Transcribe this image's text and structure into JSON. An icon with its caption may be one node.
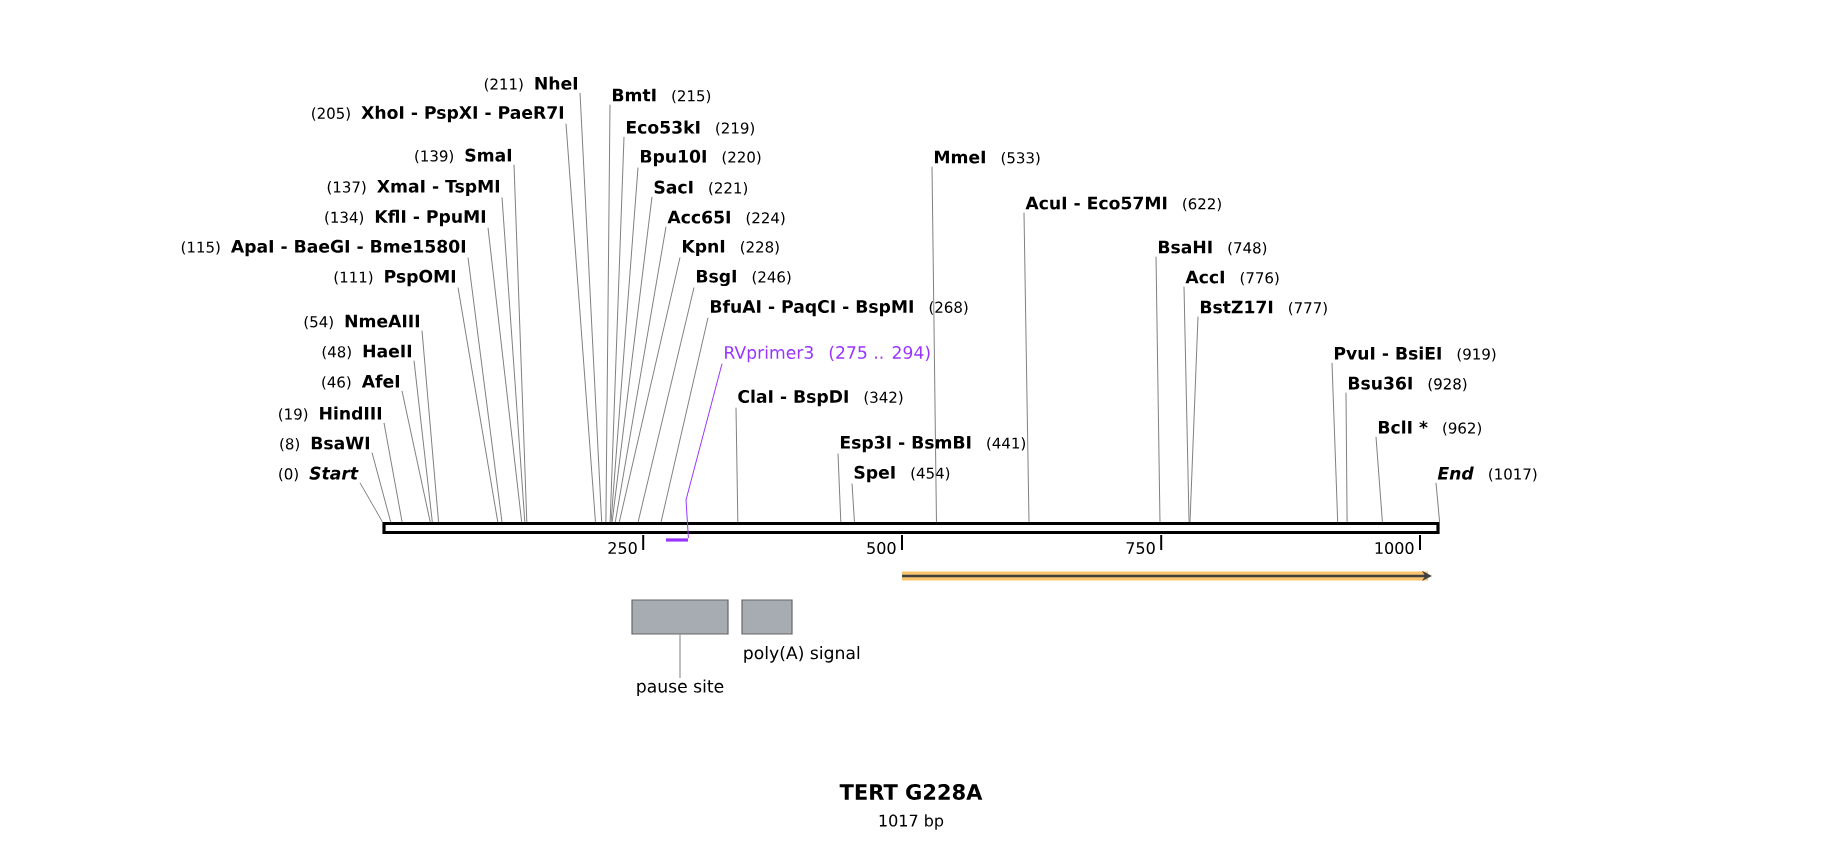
{
  "diagram": {
    "title": "TERT G228A",
    "caption": "1017 bp",
    "nodes": [
      {
        "text": [],
        "shape": "bar"
      },
      {
        "text": [
          "(211)",
          "NheI"
        ]
      },
      {
        "text": [
          "(205)",
          "XhoI - PspXI - PaeR7I"
        ]
      },
      {
        "text": [
          "(139)",
          "SmaI"
        ]
      },
      {
        "text": [
          "(137)",
          "XmaI - TspMI"
        ]
      },
      {
        "text": [
          "(134)",
          "KflI - PpuMI"
        ]
      },
      {
        "text": [
          "(115)",
          "ApaI - BaeGI - Bme1580I"
        ]
      },
      {
        "text": [
          "(111)",
          "PspOMI"
        ]
      },
      {
        "text": [
          "(54)",
          "NmeAIII"
        ]
      },
      {
        "text": [
          "(48)",
          "HaeII"
        ]
      },
      {
        "text": [
          "(46)",
          "AfeI"
        ]
      },
      {
        "text": [
          "(19)",
          "HindIII"
        ]
      },
      {
        "text": [
          "(8)",
          "BsaWI"
        ]
      },
      {
        "text": [
          "(0)",
          "*Start*"
        ]
      },
      {
        "text": [
          "BmtI",
          "(215)"
        ]
      },
      {
        "text": [
          "Eco53kI",
          "(219)"
        ]
      },
      {
        "text": [
          "Bpu10I",
          "(220)"
        ]
      },
      {
        "text": [
          "SacI",
          "(221)"
        ]
      },
      {
        "text": [
          "Acc65I",
          "(224)"
        ]
      },
      {
        "text": [
          "KpnI",
          "(228)"
        ]
      },
      {
        "text": [
          "BsgI",
          "(246)"
        ]
      },
      {
        "text": [
          "BfuAI - PaqCI - BspMI",
          "(268)"
        ]
      },
      {
        "text": [
          "RVprimer3",
          "(275 .. 294)"
        ]
      },
      {
        "text": [
          "ClaI - BspDI",
          "(342)"
        ]
      },
      {
        "text": [
          "Esp3I - BsmBI",
          "(441)"
        ]
      },
      {
        "text": [
          "SpeI",
          "(454)"
        ]
      },
      {
        "text": [
          "MmeI",
          "(533)"
        ]
      },
      {
        "text": [
          "AcuI - Eco57MI",
          "(622)"
        ]
      },
      {
        "text": [
          "BsaHI",
          "(748)"
        ]
      },
      {
        "text": [
          "AccI",
          "(776)"
        ]
      },
      {
        "text": [
          "BstZ17I",
          "(777)"
        ]
      },
      {
        "text": [
          "PvuI - BsiEI",
          "(919)"
        ]
      },
      {
        "text": [
          "Bsu36I",
          "(928)"
        ]
      },
      {
        "text": [
          "BclI *",
          "(962)"
        ]
      },
      {
        "text": [
          "*End*",
          "(1017)"
        ]
      },
      {
        "text": [],
        "shape": "bar"
      },
      {
        "text": [],
        "shape": "box"
      },
      {
        "text": [
          "pause site"
        ]
      },
      {
        "text": [],
        "shape": "box",
        "beside": [
          "poly(A) signal"
        ]
      }
    ],
    "edges": [
      {
        "from": 1,
        "to": 0,
        "arrow": "none"
      },
      {
        "from": 2,
        "to": 0,
        "arrow": "none"
      },
      {
        "from": 3,
        "to": 0,
        "arrow": "none"
      },
      {
        "from": 4,
        "to": 0,
        "arrow": "none"
      },
      {
        "from": 5,
        "to": 0,
        "arrow": "none"
      },
      {
        "from": 6,
        "to": 0,
        "arrow": "none"
      },
      {
        "from": 7,
        "to": 0,
        "arrow": "none"
      },
      {
        "from": 8,
        "to": 0,
        "arrow": "none"
      },
      {
        "from": 9,
        "to": 0,
        "arrow": "none"
      },
      {
        "from": 10,
        "to": 0,
        "arrow": "none"
      },
      {
        "from": 11,
        "to": 0,
        "arrow": "none"
      },
      {
        "from": 12,
        "to": 0,
        "arrow": "none"
      },
      {
        "from": 13,
        "to": 0,
        "arrow": "none"
      },
      {
        "from": 14,
        "to": 0,
        "arrow": "none"
      },
      {
        "from": 15,
        "to": 0,
        "arrow": "none"
      },
      {
        "from": 16,
        "to": 0,
        "arrow": "none"
      },
      {
        "from": 17,
        "to": 0,
        "arrow": "none"
      },
      {
        "from": 18,
        "to": 0,
        "arrow": "none"
      },
      {
        "from": 19,
        "to": 0,
        "arrow": "none"
      },
      {
        "from": 20,
        "to": 0,
        "arrow": "none"
      },
      {
        "from": 21,
        "to": 0,
        "arrow": "none"
      },
      {
        "from": 22,
        "to": 35,
        "arrow": "none",
        "color": "#9933ff"
      },
      {
        "from": 23,
        "to": 0,
        "arrow": "none"
      },
      {
        "from": 24,
        "to": 0,
        "arrow": "none"
      },
      {
        "from": 25,
        "to": 0,
        "arrow": "none"
      },
      {
        "from": 26,
        "to": 0,
        "arrow": "none"
      },
      {
        "from": 27,
        "to": 0,
        "arrow": "none"
      },
      {
        "from": 28,
        "to": 0,
        "arrow": "none"
      },
      {
        "from": 29,
        "to": 0,
        "arrow": "none"
      },
      {
        "from": 30,
        "to": 0,
        "arrow": "none"
      },
      {
        "from": 31,
        "to": 0,
        "arrow": "none"
      },
      {
        "from": 32,
        "to": 0,
        "arrow": "none"
      },
      {
        "from": 33,
        "to": 0,
        "arrow": "none"
      },
      {
        "from": 34,
        "to": 0,
        "arrow": "none"
      },
      {
        "from": 37,
        "to": 36,
        "arrow": "none"
      }
    ],
    "labels": [
      "250",
      "500",
      "750",
      "1000"
    ]
  }
}
